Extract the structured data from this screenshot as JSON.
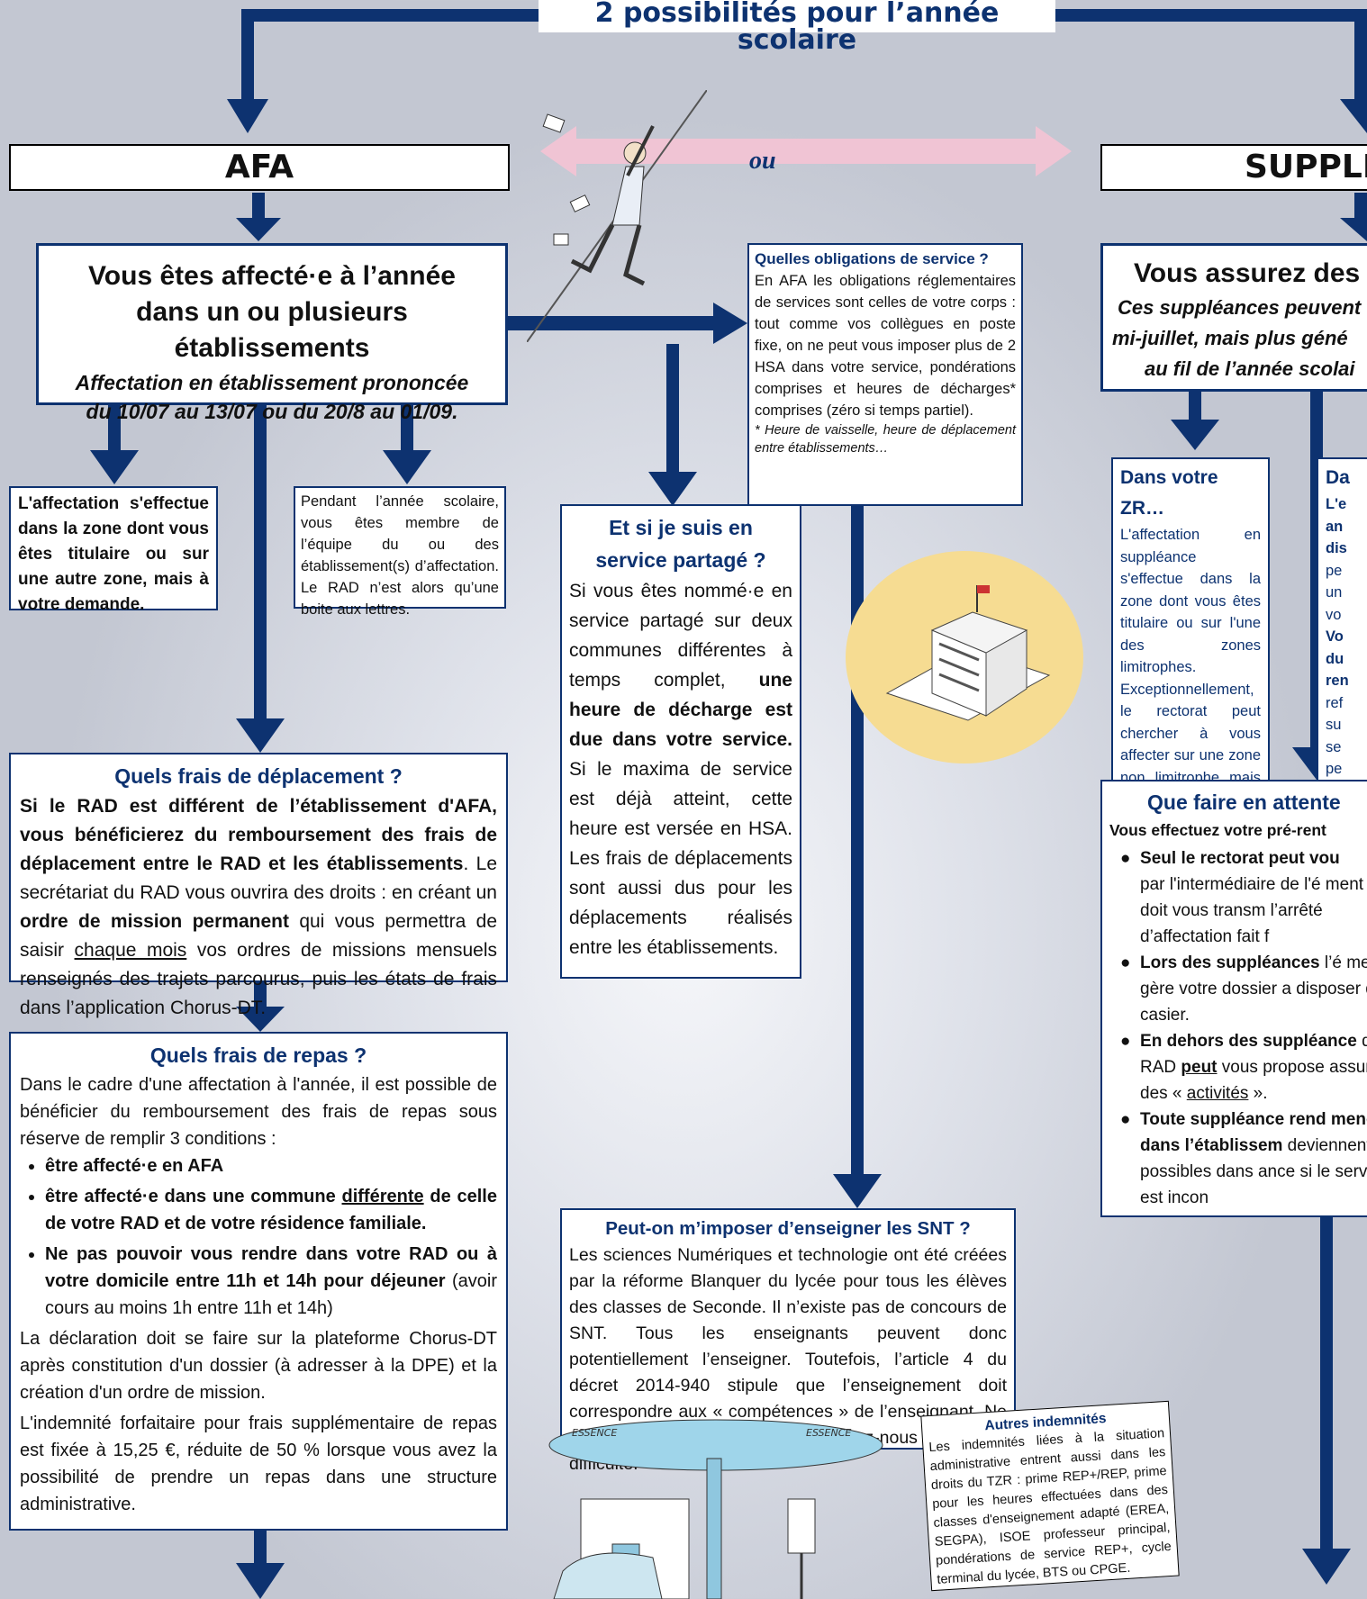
{
  "header": {
    "title": "2 possibilités pour l’année scolaire"
  },
  "afa": {
    "label": "AFA"
  },
  "ou": "ou",
  "suppleance": {
    "label": "SUPPLÉ"
  },
  "affecte": {
    "line1": "Vous êtes affecté·e à l’année",
    "line2": "dans un ou plusieurs établissements",
    "sub1": "Affectation en établissement prononcée",
    "sub2": "du 10/07 au 13/07 ou du 20/8 au 01/09."
  },
  "zone": {
    "text": "L'affectation s'effectue dans la zone dont vous êtes titulaire ou sur une autre zone, mais à votre demande."
  },
  "equipe": {
    "text": "Pendant l’année scolaire, vous êtes membre de l’équipe du ou des établissement(s) d’affectation. Le RAD n’est alors qu’une boite aux lettres."
  },
  "obligations": {
    "title": "Quelles obligations de service ?",
    "text": "En AFA les obligations réglementaires de services sont celles de votre corps : tout comme vos collègues en poste fixe, on ne peut vous imposer plus de 2 HSA dans votre service, pondérations comprises et heures de décharges* comprises (zéro si temps partiel).",
    "note": "* Heure de vaisselle, heure de déplacement entre établissements…"
  },
  "partage": {
    "title1": "Et si je suis en",
    "title2": "service partagé ?",
    "t1": "Si vous êtes nommé·e en service partagé sur deux communes différentes à temps complet, ",
    "b1": "une heure de décharge est due dans votre service.",
    "t2": " Si le maxima de service est déjà atteint, cette heure est versée en HSA. Les frais de déplacements sont aussi dus pour les déplacements réalisés entre les établissements."
  },
  "frais_dep": {
    "title": "Quels frais de déplacement ?",
    "b1": "Si le RAD est différent de l’établissement d'AFA, vous bénéficierez du remboursement des frais de déplacement entre le RAD et les établissements",
    "t1": ". Le secrétariat du RAD vous ouvrira des droits : en créant un ",
    "b2": "ordre de mission permanent",
    "t2": " qui vous permettra de saisir ",
    "u1": "chaque mois",
    "t3": " vos ordres de missions mensuels renseignés des trajets parcourus, puis les états de frais dans l’application Chorus-DT."
  },
  "frais_repas": {
    "title": "Quels frais de repas ?",
    "intro": "Dans le cadre d'une affectation à l'année, il est possible de bénéficier du remboursement des frais de repas sous réserve de remplir 3 conditions :",
    "c1": "être affecté·e en AFA",
    "c2a": "être affecté·e dans une commune ",
    "c2u": "différente",
    "c2b": " de celle de votre RAD et de votre résidence familiale.",
    "c3b": "Ne pas pouvoir vous rendre dans votre RAD ou à votre domicile entre 11h et 14h pour déjeuner",
    "c3t": " (avoir cours au moins 1h entre 11h et 14h)",
    "p2": "La déclaration doit se faire sur la plateforme Chorus-DT après constitution d'un dossier (à adresser à la DPE) et la création d'un ordre de mission.",
    "p3": "L'indemnité forfaitaire pour frais supplémentaire de repas est fixée à 15,25 €, réduite de 50 % lorsque vous avez la possibilité de prendre un repas dans une structure administrative."
  },
  "snt": {
    "title": "Peut-on m’imposer d’enseigner les SNT ?",
    "text": "Les sciences Numériques et technologie ont été créées par la réforme Blanquer du lycée pour tous les élèves des classes de Seconde. Il n’existe pas de concours de SNT. Tous les enseignants peuvent donc potentiellement l’enseigner. Toutefois, l’article 4 du décret 2014-940 stipule que l’enseignement doit correspondre aux « compétences » de l’enseignant. Ne vous laissez rien imposer ! Contactez-nous en cas de difficulté."
  },
  "autres": {
    "title": "Autres indemnités",
    "text": "Les indemnités liées à la situation administrative entrent aussi dans les droits du TZR : prime REP+/REP, prime pour les heures effectuées dans des classes d'enseignement adapté (EREA, SEGPA), ISOE professeur principal, pondérations de service REP+, cycle terminal du lycée, BTS ou CPGE."
  },
  "supp_box": {
    "title": "Vous assurez des",
    "s1": "Ces suppléances peuvent",
    "s2": "mi-juillet, mais plus géné",
    "s3": "au fil de l’année scolai"
  },
  "zr": {
    "title": "Dans votre ZR…",
    "text": "L'affectation en suppléance s'effectue dans la zone dont vous êtes titulaire ou sur l'une des zones limitrophes. Exceptionnellement, le rectorat peut chercher à vous affecter sur une zone non limitrophe mais uniquement avec votre accord."
  },
  "da": {
    "title": "Da",
    "lines": [
      "L'e",
      "an",
      "dis",
      "pe",
      "un",
      "vo",
      "Vo",
      "du",
      "ren",
      "ref",
      "su",
      "se",
      "pe"
    ]
  },
  "attente": {
    "title": "Que faire en attente",
    "intro": "Vous effectuez votre pré-rent",
    "i1b": "Seul le rectorat peut vou",
    "i1t": "par l'intermédiaire de l'é ment qui doit vous transm l’arrêté d’affectation fait f",
    "i2b": "Lors des suppléances",
    "i2t": " l’é ment gère votre dossier a disposer d’un casier.",
    "i3b": "En dehors des suppléance",
    "i3t1": " du RAD ",
    "i3u": "peut",
    "i3t2": " vous propose assurer des « ",
    "i3u2": "activités",
    "i3t3": " ».",
    "i4b": "Toute suppléance rend menées dans l’établissem",
    "i4t": " deviennent possibles dans ance si le service est incon"
  },
  "drawing": {
    "sign1": "ESSENCE",
    "sign2": "ESSENCE"
  },
  "colors": {
    "navy": "#0d3270",
    "arrow_pink": "#f0c4d4"
  }
}
